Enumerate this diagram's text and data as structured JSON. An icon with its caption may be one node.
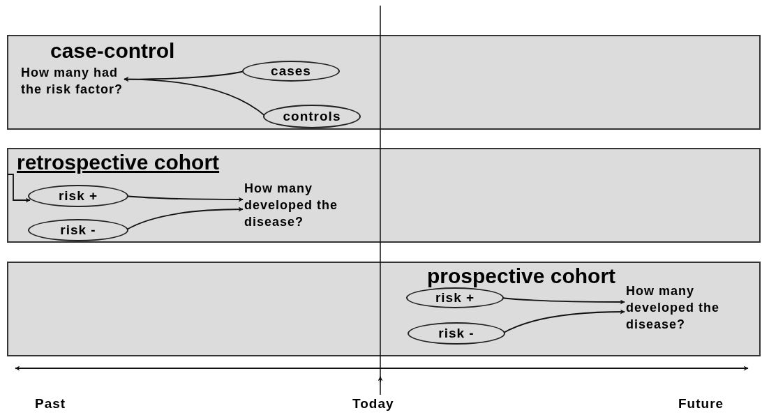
{
  "diagram": {
    "nodes": [
      {
        "text": [
          "case-control"
        ]
      },
      {
        "text": [
          "How many had the risk factor?"
        ],
        "in": 0
      },
      {
        "text": [
          "cases"
        ],
        "in": 0
      },
      {
        "text": [
          "controls"
        ],
        "in": 0
      },
      {
        "text": [
          "retrospective cohort"
        ]
      },
      {
        "text": [
          "risk +"
        ],
        "in": 4
      },
      {
        "text": [
          "risk -"
        ],
        "in": 4
      },
      {
        "text": [
          "How many developed the disease?"
        ],
        "in": 4
      },
      {
        "text": [
          "prospective cohort"
        ]
      },
      {
        "text": [
          "risk +"
        ],
        "in": 8
      },
      {
        "text": [
          "risk -"
        ],
        "in": 8
      },
      {
        "text": [
          "How many developed the disease?"
        ],
        "in": 8
      }
    ],
    "edges": [
      {
        "from": 2,
        "to": 1,
        "arrow": "to"
      },
      {
        "from": 3,
        "to": 1,
        "arrow": "to"
      },
      {
        "from": 4,
        "to": 5,
        "arrow": "to"
      },
      {
        "from": 5,
        "to": 7,
        "arrow": "to"
      },
      {
        "from": 6,
        "to": 7,
        "arrow": "to"
      },
      {
        "from": 9,
        "to": 11,
        "arrow": "to"
      },
      {
        "from": 10,
        "to": 11,
        "arrow": "to"
      }
    ],
    "labels": [
      "Past",
      "Today",
      "Future"
    ]
  }
}
